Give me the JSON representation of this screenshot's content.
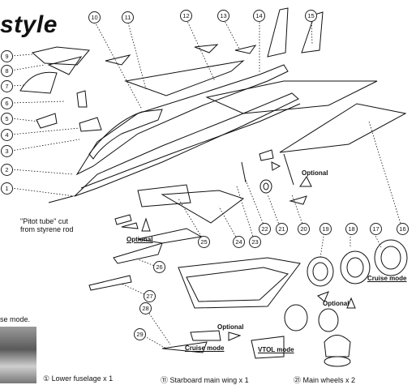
{
  "title": "style",
  "callouts": [
    "1",
    "2",
    "3",
    "4",
    "5",
    "6",
    "7",
    "8",
    "9",
    "10",
    "11",
    "12",
    "13",
    "14",
    "15",
    "16",
    "17",
    "18",
    "19",
    "20",
    "21",
    "22",
    "23",
    "24",
    "25",
    "26",
    "27",
    "28",
    "29"
  ],
  "labels": {
    "optional_1": "Optional",
    "optional_2": "Optional",
    "optional_3": "Optional",
    "optional_4": "Optional",
    "cruise_mode_1": "Cruise mode",
    "cruise_mode_2": "Cruise mode",
    "vtol_mode": "VTOL mode"
  },
  "pitot_note": [
    "\"Pitot tube\" cut",
    "from styrene rod"
  ],
  "mode_note": "se mode.",
  "parts_list": [
    "Lower fuselage x 1",
    "Starboard main wing x 1",
    "Main wheels x 2"
  ]
}
